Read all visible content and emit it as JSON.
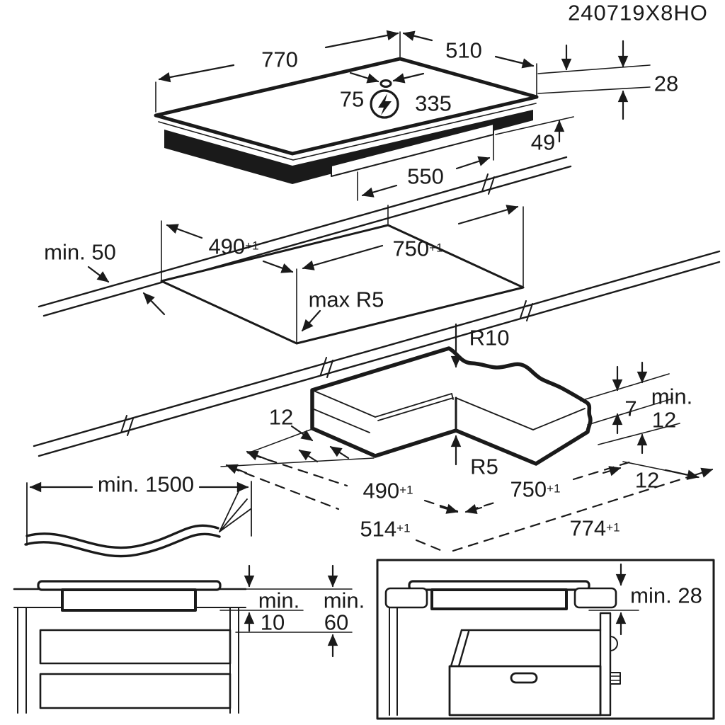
{
  "title": "240719X8HO",
  "colors": {
    "ink": "#1a1a1a",
    "bg": "#ffffff"
  },
  "hob_view": {
    "width": "770",
    "depth": "510",
    "hole_offset_left": "75",
    "hole_offset_right": "335",
    "total_height": "28",
    "box_height": "49",
    "box_width": "550",
    "power_icon": "lightning-bolt"
  },
  "cutout_view": {
    "edge_clearance": "min. 50",
    "cutout_depth": {
      "v": "490",
      "tol": "+1"
    },
    "cutout_width": {
      "v": "750",
      "tol": "+1"
    },
    "corner_radius": "max R5"
  },
  "corner_detail": {
    "outer_radius": "R10",
    "inner_radius": "R5",
    "overhang_left": "12",
    "glass_step": "7",
    "min_label": "min.",
    "min_value": "12",
    "overhang_right": "12",
    "cutout_depth": {
      "v": "490",
      "tol": "+1"
    },
    "cutout_width": {
      "v": "750",
      "tol": "+1"
    },
    "hob_depth": {
      "v": "514",
      "tol": "+1"
    },
    "hob_width": {
      "v": "774",
      "tol": "+1"
    }
  },
  "cable_view": {
    "length": "min. 1500"
  },
  "drawer_view": {
    "gap_label": "min.",
    "gap_value": "10",
    "oven_label": "min.",
    "oven_value": "60"
  },
  "oven_view": {
    "clearance": "min. 28"
  }
}
